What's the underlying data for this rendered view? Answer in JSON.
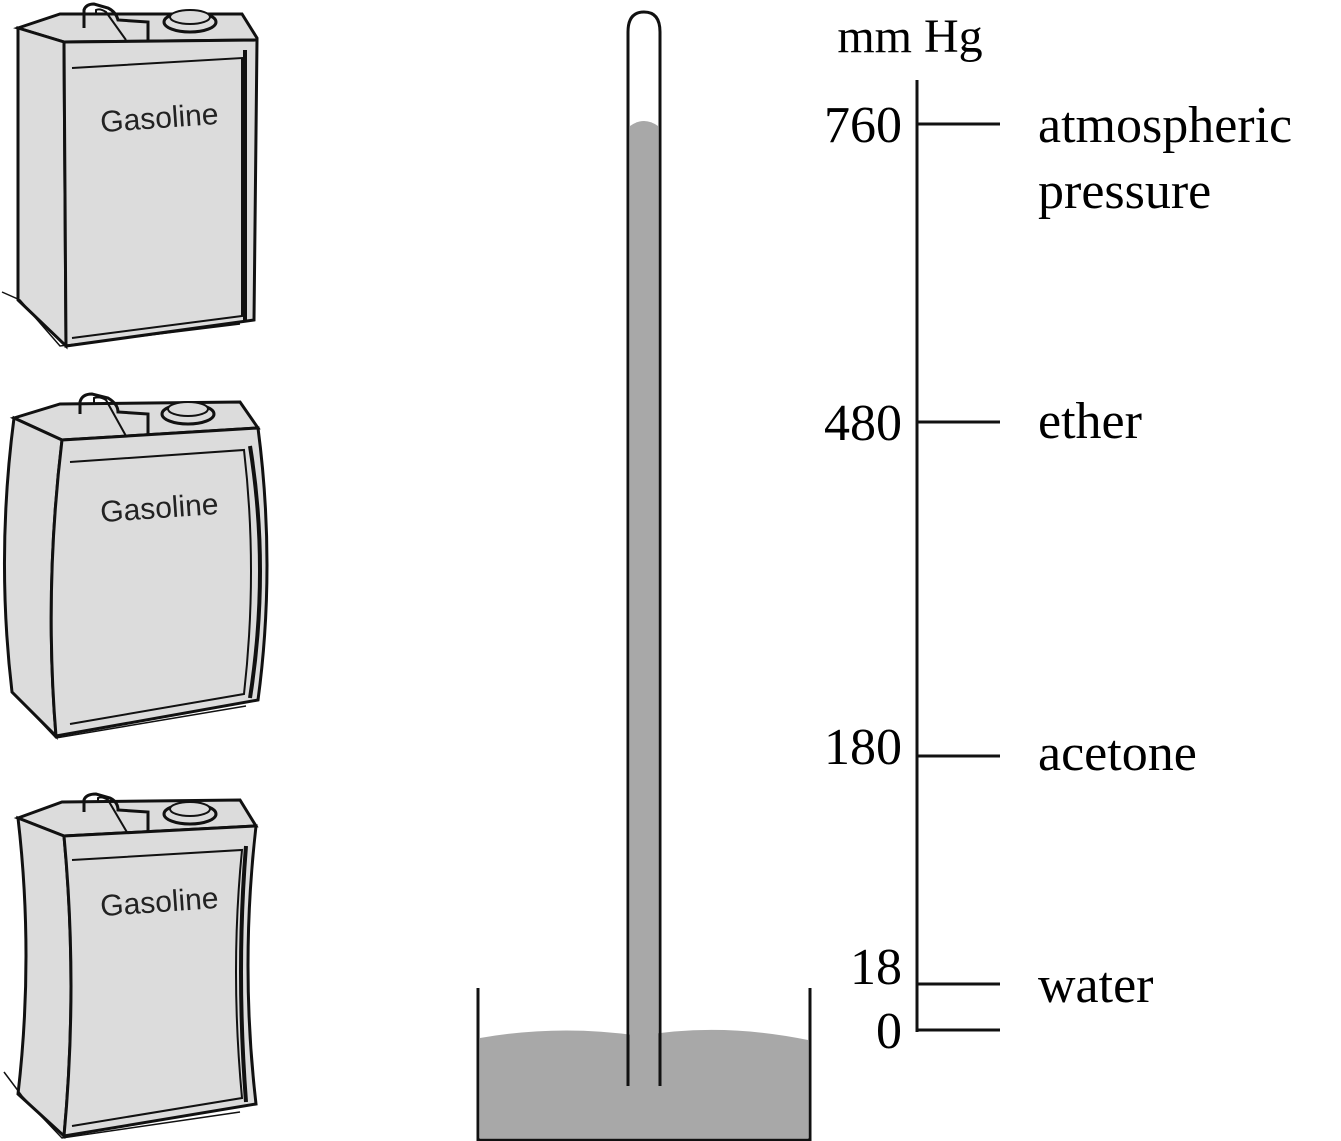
{
  "cans": [
    {
      "label": "Gasoline",
      "shape": "normal"
    },
    {
      "label": "Gasoline",
      "shape": "bulged"
    },
    {
      "label": "Gasoline",
      "shape": "caved-in"
    }
  ],
  "scale": {
    "unit": "mm Hg",
    "ticks": [
      {
        "value": "760",
        "label_line1": "atmospheric",
        "label_line2": "pressure"
      },
      {
        "value": "480",
        "label_line1": "ether",
        "label_line2": ""
      },
      {
        "value": "180",
        "label_line1": "acetone",
        "label_line2": ""
      },
      {
        "value": "18",
        "label_line1": "water",
        "label_line2": ""
      },
      {
        "value": "0",
        "label_line1": "",
        "label_line2": ""
      }
    ]
  },
  "colors": {
    "can_fill": "#dcdcdc",
    "mercury": "#a8a8a8",
    "outline": "#111111"
  }
}
